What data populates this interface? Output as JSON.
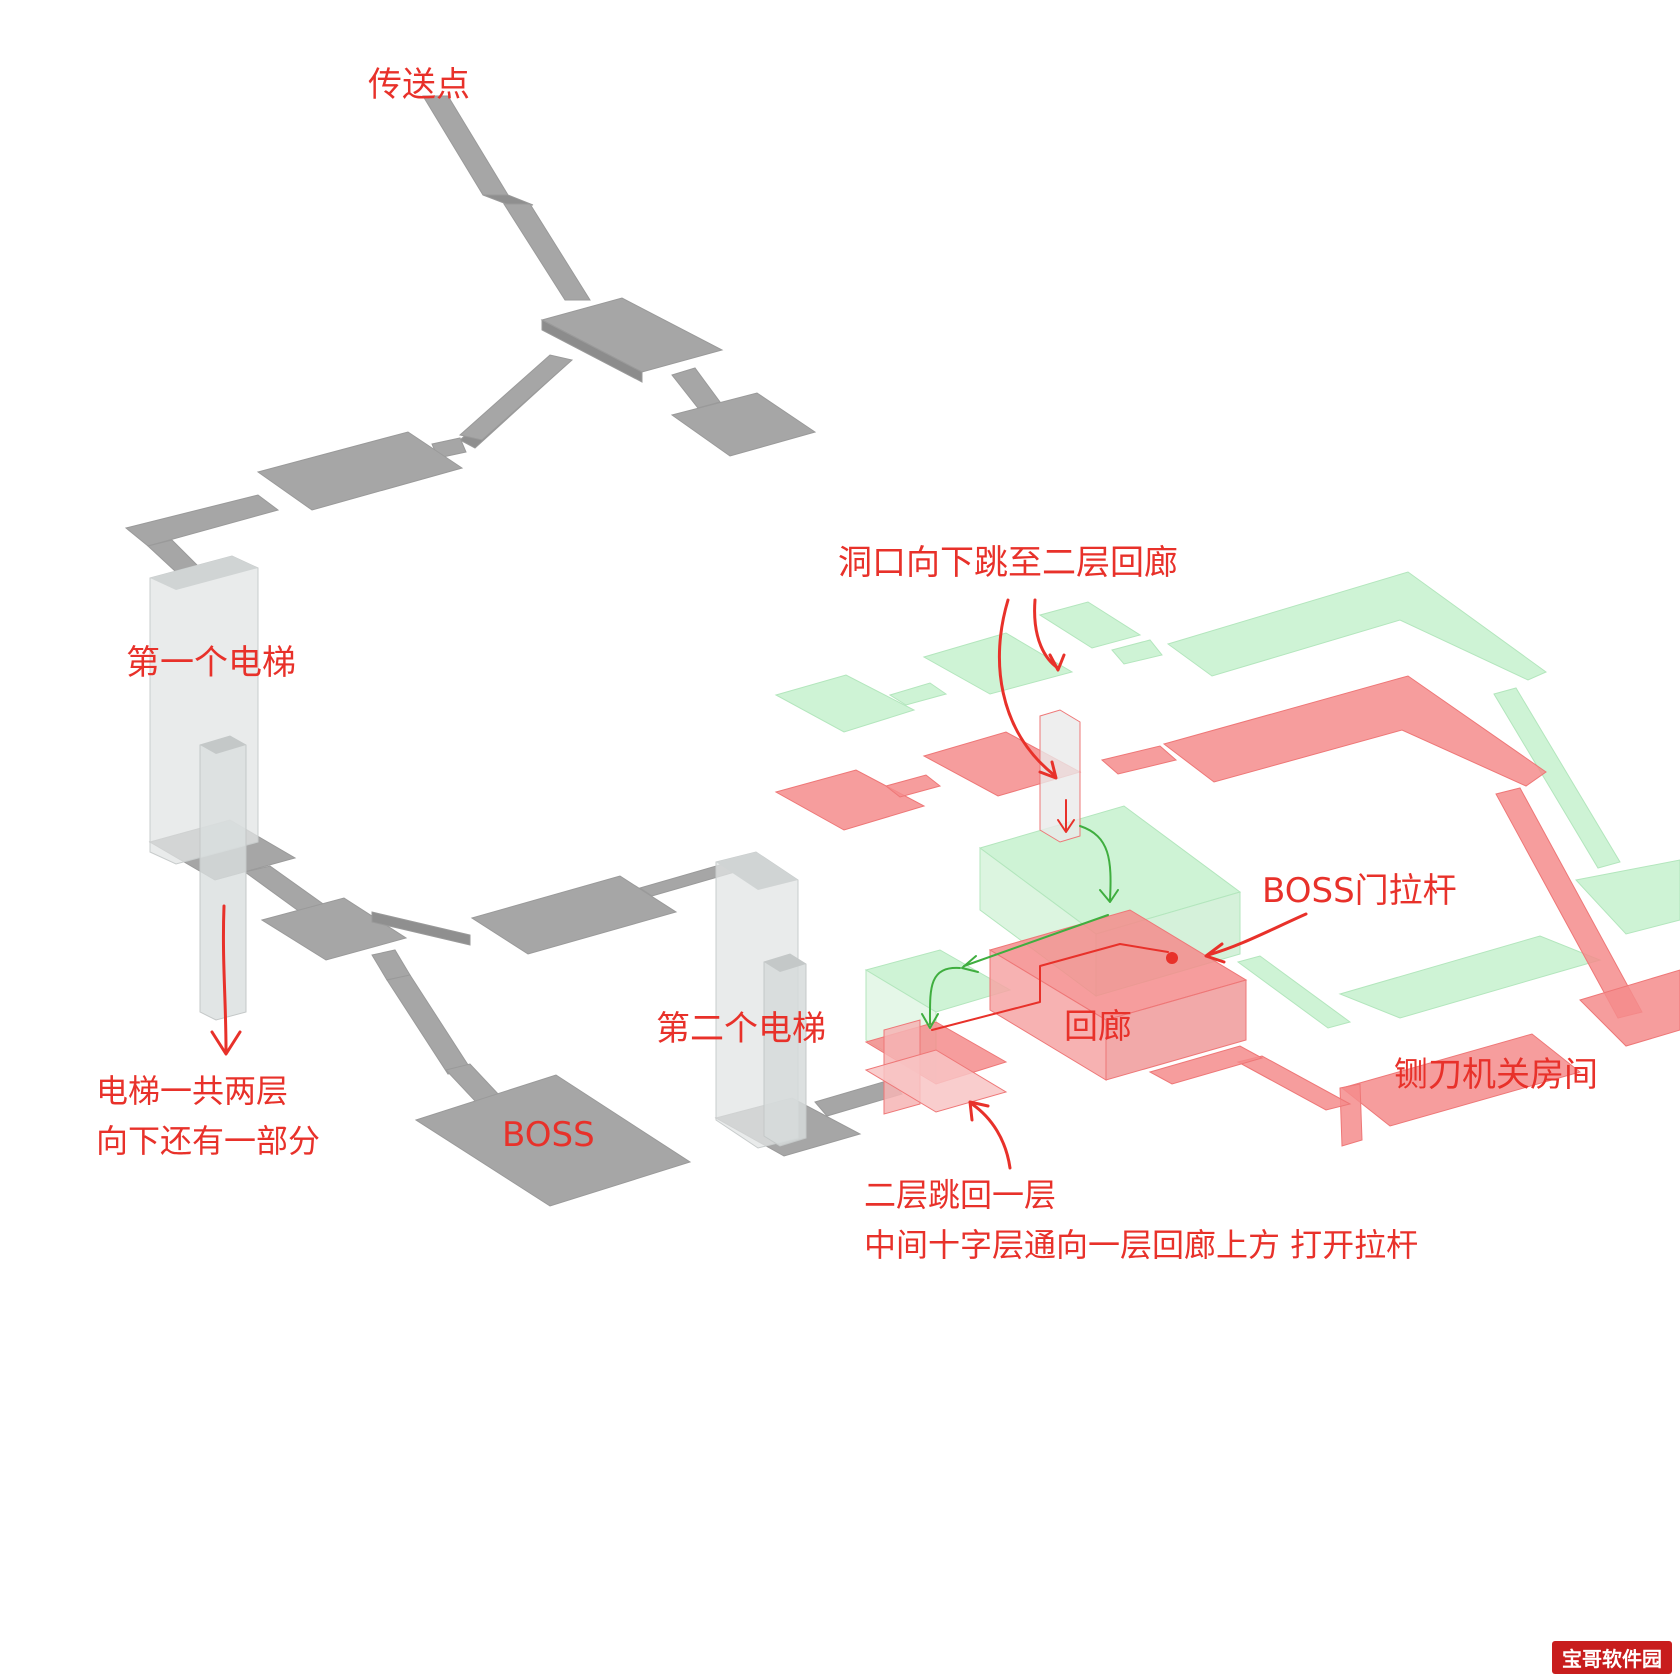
{
  "labels": {
    "teleport": "传送点",
    "elevator_one": "第一个电梯",
    "elevator_note_line1": "电梯一共两层",
    "elevator_note_line2": "向下还有一部分",
    "boss_room": "BOSS",
    "elevator_two": "第二个电梯",
    "hole_jump": "洞口向下跳至二层回廊",
    "boss_lever": "BOSS门拉杆",
    "corridor": "回廊",
    "guillotine_room": "铡刀机关房间",
    "jump_back_line1": "二层跳回一层",
    "jump_back_line2": "中间十字层通向一层回廊上方 打开拉杆"
  },
  "watermark": "宝哥软件园",
  "colors": {
    "floor_one": "#a6a6a6",
    "floor_one_dark": "#8c8c8c",
    "upper_level": "#c9f2d0",
    "lower_level": "#f48c8c",
    "annotation": "#e8312a",
    "route": "#3fae3f"
  }
}
